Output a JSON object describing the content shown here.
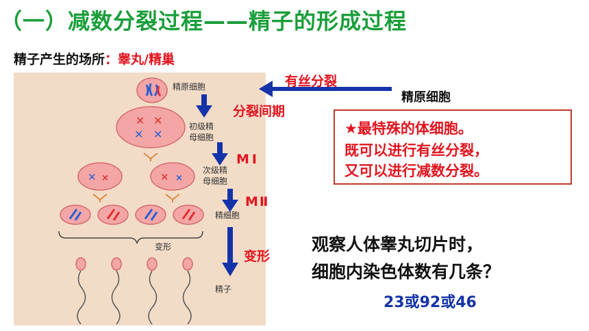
{
  "title": "（一）减数分裂过程——精子的形成过程",
  "place": {
    "label": "精子产生的场所",
    "value": "：睾丸/精巢"
  },
  "figure_labels": {
    "spermatogonium": "精原细胞",
    "primary_line1": "初级精",
    "primary_line2": "母细胞",
    "secondary_line1": "次级精",
    "secondary_line2": "母细胞",
    "spermatid": "精细胞",
    "deform": "变形",
    "sperm": "精子"
  },
  "side_labels": {
    "mitosis": "有丝分裂",
    "spermatogonium": "精原细胞",
    "interphase": "分裂间期",
    "meiosis1": "MⅠ",
    "meiosis2": "MⅡ",
    "deform": "变形"
  },
  "note": {
    "line1": "★最特殊的体细胞。",
    "line2": "既可以进行有丝分裂，",
    "line3": "又可以进行减数分裂。"
  },
  "question": {
    "line1": "观察人体睾丸切片时，",
    "line2": "细胞内染色体数有几条？",
    "answer": "23或92或46"
  },
  "colors": {
    "title": "#1a9e3a",
    "accent_red": "#e0141e",
    "arrow_blue": "#1533a8",
    "answer_blue": "#1533a8"
  }
}
